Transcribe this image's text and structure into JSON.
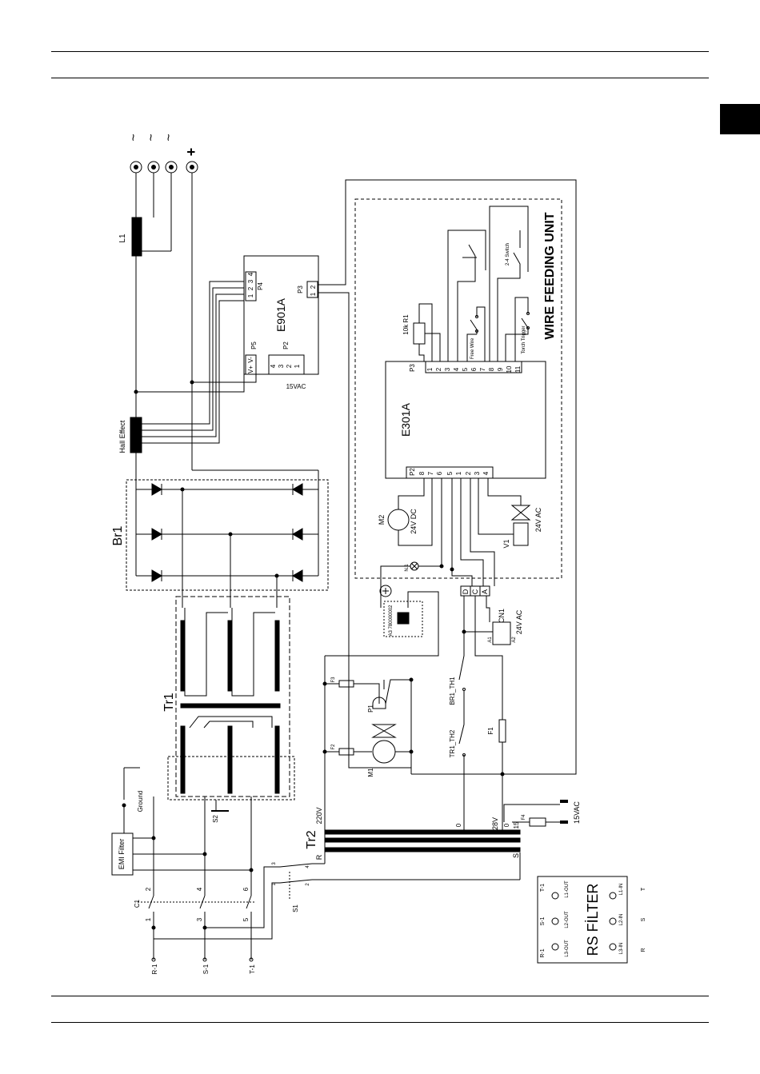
{
  "page": {
    "section_tab_color": "#000000"
  },
  "diagram": {
    "terminals": [
      "~",
      "~",
      "~",
      "+"
    ],
    "L1": "L1",
    "hall_effect": "Hall Effect",
    "br1": "Br1",
    "tr1": "Tr1",
    "tr2": "Tr2",
    "e901a": {
      "name": "E901A",
      "p3": "P3",
      "p3_pins": [
        "1",
        "2"
      ],
      "p4": "P4",
      "p4_pins": [
        "1",
        "2",
        "3",
        "4"
      ],
      "p5": "P5",
      "p5_pins": [
        "V+",
        "V-"
      ],
      "p2": "P2",
      "p2_pins": [
        "4",
        "3",
        "2",
        "1"
      ],
      "vac": "15VAC"
    },
    "wire_feeding_unit": "WIRE FEEDING UNIT",
    "e301a": {
      "name": "E301A",
      "p3": "P3",
      "p3_pins": [
        "1",
        "2",
        "3",
        "4",
        "5",
        "6",
        "7",
        "8",
        "9",
        "10",
        "11"
      ],
      "p2": "P2",
      "p2_pins": [
        "8",
        "7",
        "6",
        "5",
        "1",
        "2",
        "3",
        "4"
      ]
    },
    "r1": "10k R1",
    "free_wire": "Free Wire",
    "torch_trigger": "Torch Trigger",
    "switch_24": "2-4 Switch",
    "m2": "M2",
    "m2_rating": "24V DC",
    "v1": "V1",
    "v1_rating": "24V AC",
    "cn1": "CN1",
    "cn1_rating": "24V AC",
    "a1": "A1",
    "a2": "A2",
    "connector_dca": [
      "D",
      "C",
      "A"
    ],
    "la": "N.1",
    "br1_th1": "BR1_TH1",
    "tr1_th2": "TR1_TH2",
    "f1": "F1",
    "f2": "F2",
    "f3": "F3",
    "f4": "F4",
    "p1": "P1",
    "m1": "M1",
    "emi_filter": "EMI Filter",
    "ground": "Ground",
    "c1": "C1",
    "s1": "S1",
    "s2": "S2",
    "v220": "220V",
    "v28": "28V",
    "v15": "15VAC",
    "tr2_taps": [
      "0",
      "0",
      "15"
    ],
    "tr2_ends": [
      "R",
      "S"
    ],
    "ic_label": "A3 780000002",
    "phases": [
      "R-1",
      "S-1",
      "T-1"
    ],
    "c1_pins": [
      "2",
      "1",
      "4",
      "3",
      "6",
      "5"
    ],
    "s1_pins": [
      "4",
      "3",
      "2",
      "1"
    ],
    "rs_filter": {
      "title": "RS FİLTER",
      "outs": [
        "T-1",
        "S-1",
        "R-1"
      ],
      "out_pins": [
        "L1-OUT",
        "L2-OUT",
        "L3-OUT"
      ],
      "in_pins": [
        "L1-IN",
        "L2-IN",
        "L3-IN"
      ],
      "ins": [
        "T",
        "S",
        "R"
      ]
    }
  }
}
